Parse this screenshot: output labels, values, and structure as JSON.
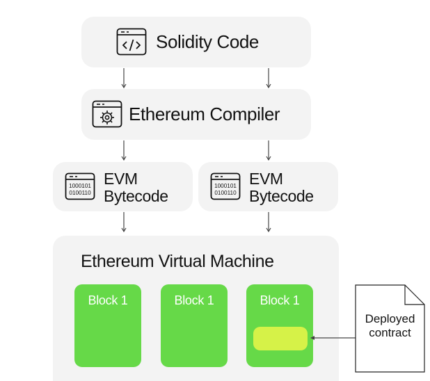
{
  "diagram": {
    "nodes": {
      "solidity": {
        "label": "Solidity Code",
        "icon": "code-window-icon"
      },
      "compiler": {
        "label": "Ethereum Compiler",
        "icon": "gear-window-icon"
      },
      "bytecode_left": {
        "title": "EVM",
        "subtitle": "Bytecode",
        "icon": "binary-window-icon",
        "icon_text": [
          "1000101",
          "0100110"
        ]
      },
      "bytecode_right": {
        "title": "EVM",
        "subtitle": "Bytecode",
        "icon": "binary-window-icon",
        "icon_text": [
          "1000101",
          "0100110"
        ]
      },
      "evm": {
        "label": "Ethereum Virtual Machine"
      }
    },
    "blocks": [
      {
        "label": "Block 1"
      },
      {
        "label": "Block 1"
      },
      {
        "label": "Block 1",
        "has_deployed_slot": true
      }
    ],
    "document": {
      "label_line1": "Deployed",
      "label_line2": "contract"
    },
    "colors": {
      "panel": "#f3f3f3",
      "block": "#66d948",
      "deployed_slot": "#d6f248",
      "line": "#444444",
      "text": "#111111"
    }
  }
}
